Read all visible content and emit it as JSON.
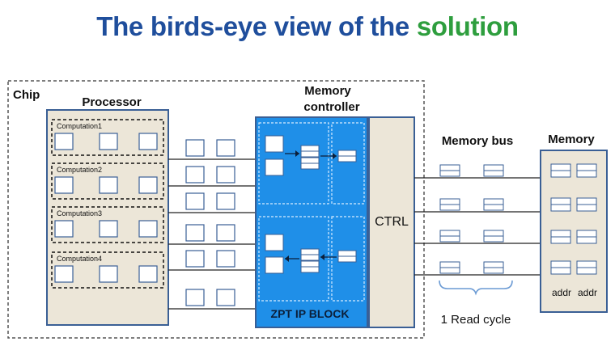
{
  "title": {
    "main": "The birds-eye view of the",
    "accent": "solution"
  },
  "chip_label": "Chip",
  "processor": {
    "label": "Processor",
    "computations": [
      "Computation1",
      "Computation2",
      "Computation3",
      "Computation4"
    ]
  },
  "memory_controller": {
    "line1": "Memory",
    "line2": "controller"
  },
  "zpt_label": "ZPT IP BLOCK",
  "ctrl_label": "CTRL",
  "memory_bus_label": "Memory bus",
  "memory": {
    "label": "Memory",
    "addr_labels": [
      "addr",
      "addr"
    ]
  },
  "read_cycle_label": "1 Read cycle",
  "colors": {
    "title_blue": "#1f4e9c",
    "title_green": "#2e9e3e",
    "zpt_blue": "#1f8fe8",
    "panel": "#ece6d8",
    "border": "#3a5f95"
  }
}
